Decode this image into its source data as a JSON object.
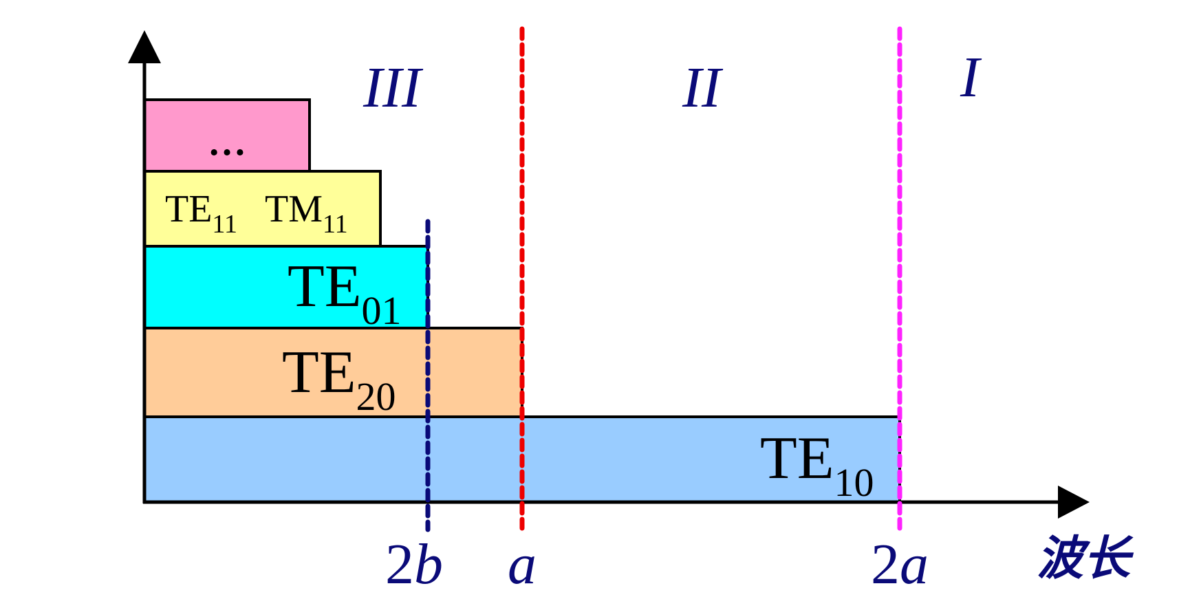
{
  "colors": {
    "axis": "#000000",
    "mode_te10": "#99ccff",
    "mode_te20": "#ffcc99",
    "mode_te01": "#00ffff",
    "mode_te11_tm11": "#ffff99",
    "mode_higher": "#ff99cc",
    "line_2b": "#0a0a78",
    "line_a": "#ee0000",
    "line_2a": "#ff22ff",
    "label_blue": "#0a0a78"
  },
  "axis": {
    "x_label": "波长"
  },
  "markers": [
    {
      "id": "2b",
      "num": "2",
      "var": "b"
    },
    {
      "id": "a",
      "num": "",
      "var": "a"
    },
    {
      "id": "2a",
      "num": "2",
      "var": "a"
    }
  ],
  "regions": [
    {
      "id": "III",
      "label": "III"
    },
    {
      "id": "II",
      "label": "II"
    },
    {
      "id": "I",
      "label": "I"
    }
  ],
  "modes": {
    "higher": {
      "label": "…"
    },
    "te11_tm11": {
      "te_base": "TE",
      "te_sub": "11",
      "tm_base": "TM",
      "tm_sub": "11"
    },
    "te01": {
      "base": "TE",
      "sub": "01"
    },
    "te20": {
      "base": "TE",
      "sub": "20"
    },
    "te10": {
      "base": "TE",
      "sub": "10"
    }
  }
}
